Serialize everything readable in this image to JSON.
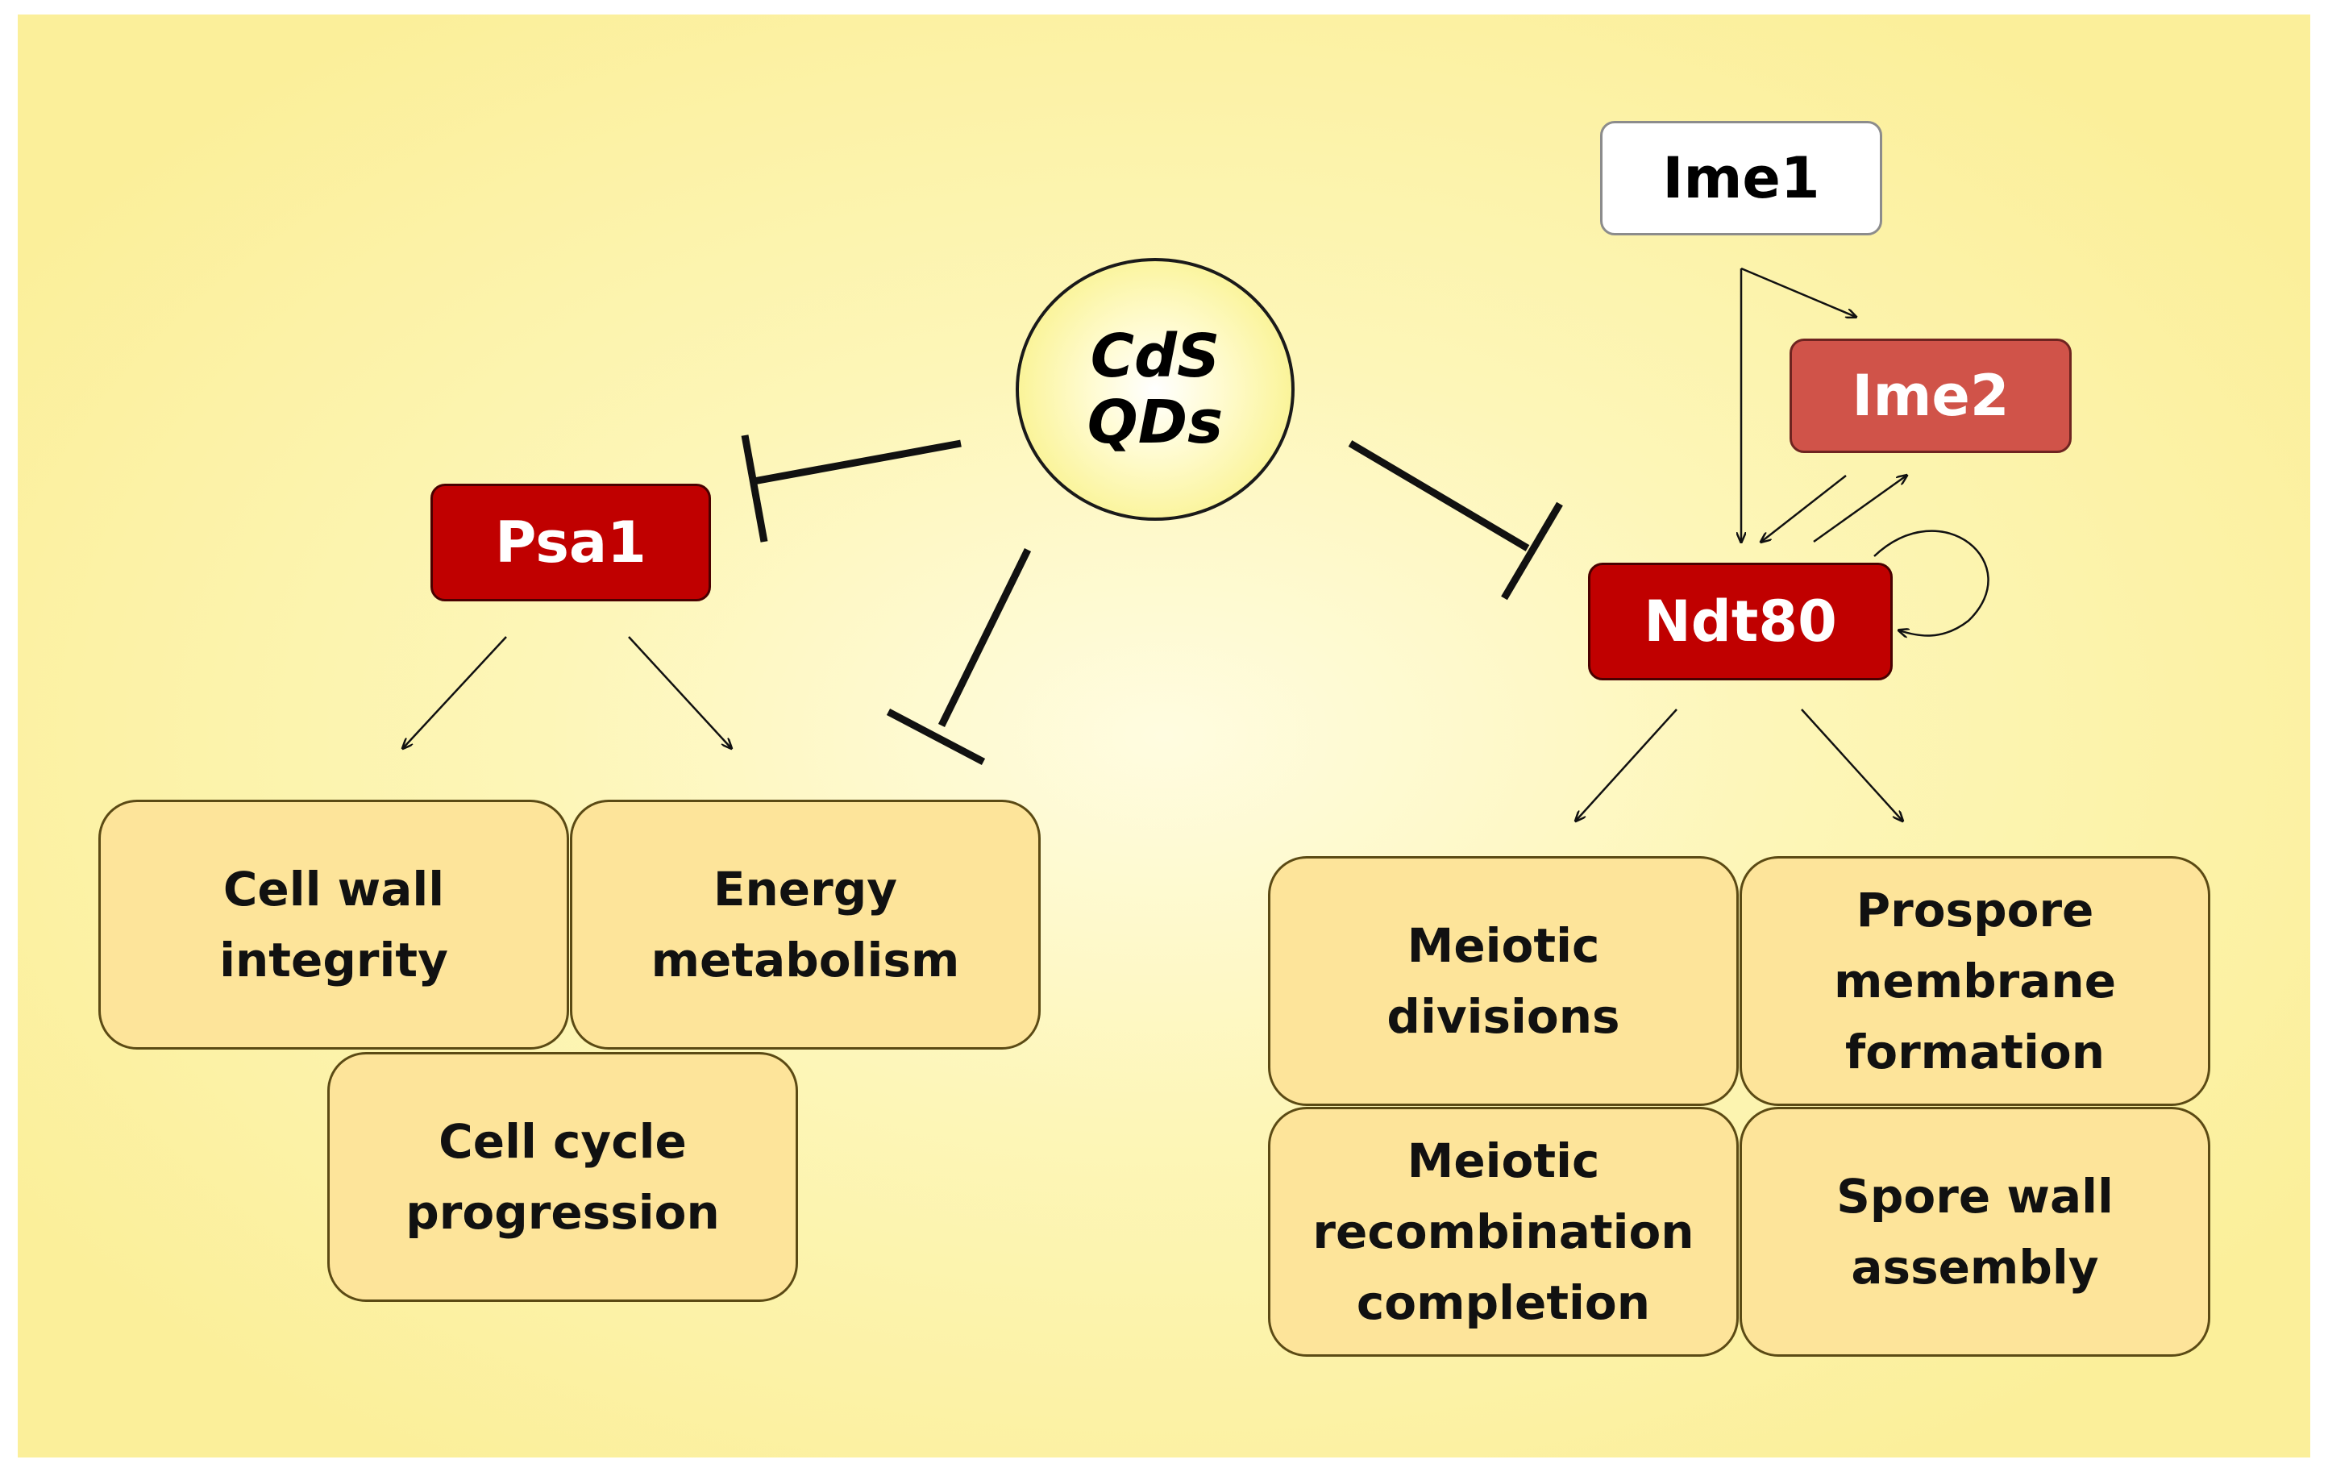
{
  "nodes": {
    "cds_qds": {
      "line1": "CdS",
      "line2": "QDs"
    },
    "psa1": "Psa1",
    "ime1": "Ime1",
    "ime2": "Ime2",
    "ndt80": "Ndt80"
  },
  "processes": {
    "cell_wall_integrity": [
      "Cell wall",
      "integrity"
    ],
    "energy_metabolism": [
      "Energy",
      "metabolism"
    ],
    "cell_cycle_progression": [
      "Cell cycle",
      "progression"
    ],
    "meiotic_divisions": [
      "Meiotic",
      "divisions"
    ],
    "prospore_membrane_formation": [
      "Prospore",
      "membrane",
      "formation"
    ],
    "meiotic_recombination_completion": [
      "Meiotic",
      "recombination",
      "completion"
    ],
    "spore_wall_assembly": [
      "Spore wall",
      "assembly"
    ]
  },
  "edges": [
    {
      "from": "CdS QDs",
      "to": "Psa1",
      "type": "inhibition"
    },
    {
      "from": "CdS QDs",
      "to": "Energy metabolism",
      "type": "inhibition"
    },
    {
      "from": "CdS QDs",
      "to": "Ndt80",
      "type": "inhibition"
    },
    {
      "from": "Psa1",
      "to": "Cell wall integrity",
      "type": "activation"
    },
    {
      "from": "Psa1",
      "to": "Energy metabolism",
      "type": "activation"
    },
    {
      "from": "Ime1",
      "to": "Ime2",
      "type": "activation"
    },
    {
      "from": "Ime1",
      "to": "Ndt80",
      "type": "activation"
    },
    {
      "from": "Ime2",
      "to": "Ndt80",
      "type": "activation"
    },
    {
      "from": "Ndt80",
      "to": "Ime2",
      "type": "activation"
    },
    {
      "from": "Ndt80",
      "to": "Ndt80",
      "type": "self-activation"
    },
    {
      "from": "Ndt80",
      "to": "Meiotic divisions",
      "type": "activation"
    },
    {
      "from": "Ndt80",
      "to": "Prospore membrane formation",
      "type": "activation"
    }
  ],
  "colors": {
    "background": "#fdf6b8",
    "gene_red": "#c00000",
    "gene_salmon": "#d05349",
    "process_fill": "#fde49a",
    "qd_fill": "#f7ef72"
  }
}
